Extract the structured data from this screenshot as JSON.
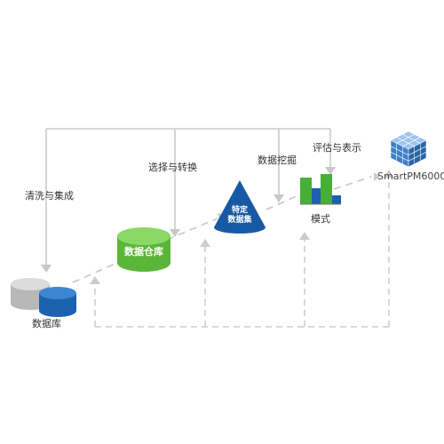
{
  "labels": {
    "clean_integrate": "清洗与集成",
    "select_transform": "选择与转换",
    "data_mining": "数据挖掘",
    "evaluate_present": "评估与表示",
    "database": "数据库",
    "data_warehouse": "数据仓库",
    "specific_dataset_line1": "特定",
    "specific_dataset_line2": "数据集",
    "model": "模式",
    "product": "SmartPM6000"
  },
  "colors": {
    "line_gray": "#c8c8c8",
    "dash_gray": "#cccccc",
    "db_gray": "#c7c7c7",
    "db_blue": "#1b63b0",
    "warehouse_green": "#6cc644",
    "cone_blue": "#175aa3",
    "bar_green": "#45b035",
    "bar_blue": "#1f5fae",
    "cube_blue": "#4a86c8"
  }
}
